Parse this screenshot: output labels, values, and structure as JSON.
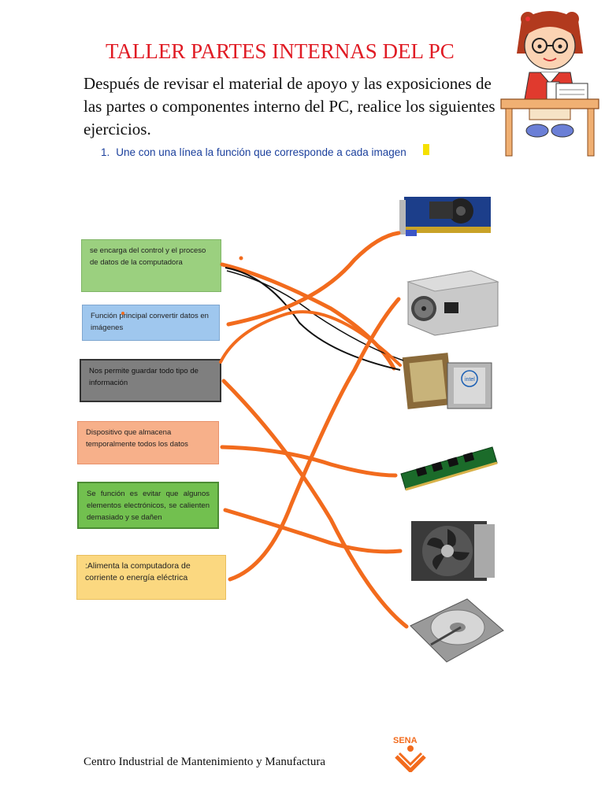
{
  "title": "TALLER PARTES INTERNAS DEL PC",
  "intro": "Después de revisar el material de apoyo y las exposiciones de las partes o componentes interno del PC, realice los siguientes ejercicios.",
  "instruction": {
    "number": "1.",
    "text": "Une con una línea la función que corresponde a cada imagen"
  },
  "functions": [
    {
      "text": "se encarga del control y el proceso de datos de la computadora"
    },
    {
      "text": "Función principal convertir datos en imágenes"
    },
    {
      "text": "Nos permite guardar todo tipo de información"
    },
    {
      "text": "Dispositivo que almacena temporalmente todos los datos"
    },
    {
      "text": "Se función es evitar que algunos elementos electrónicos, se calienten demasiado y se dañen"
    },
    {
      "text": ":Alimenta la computadora de corriente o energía eléctrica"
    }
  ],
  "images": [
    {
      "icon": "graphics-card-icon"
    },
    {
      "icon": "power-supply-icon"
    },
    {
      "icon": "processor-icon",
      "chip_label": "intel"
    },
    {
      "icon": "ram-memory-icon"
    },
    {
      "icon": "cooler-fan-icon"
    },
    {
      "icon": "hard-disk-icon"
    }
  ],
  "colors": {
    "title": "#e01b24",
    "instruction": "#1a3f9c",
    "lines": "#f26b1d"
  },
  "footer": "Centro Industrial de Mantenimiento y Manufactura",
  "logo": {
    "text": "SENA",
    "color": "#f26b1d"
  }
}
